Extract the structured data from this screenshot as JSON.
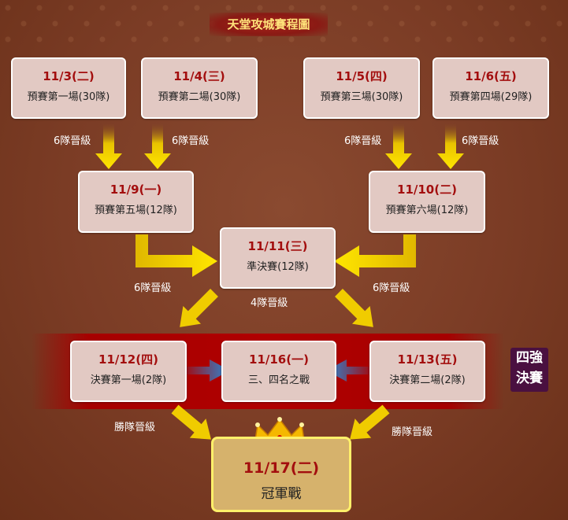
{
  "title": "天堂攻城賽程圖",
  "matches": {
    "m1": {
      "date": "11/3(二)",
      "name": "預賽第一場(30隊)"
    },
    "m2": {
      "date": "11/4(三)",
      "name": "預賽第二場(30隊)"
    },
    "m3": {
      "date": "11/5(四)",
      "name": "預賽第三場(30隊)"
    },
    "m4": {
      "date": "11/6(五)",
      "name": "預賽第四場(29隊)"
    },
    "m5": {
      "date": "11/9(一)",
      "name": "預賽第五場(12隊)"
    },
    "m6": {
      "date": "11/10(二)",
      "name": "預賽第六場(12隊)"
    },
    "semi": {
      "date": "11/11(三)",
      "name": "準決賽(12隊)"
    },
    "f1": {
      "date": "11/12(四)",
      "name": "決賽第一場(2隊)"
    },
    "third": {
      "date": "11/16(一)",
      "name": "三、四名之戰"
    },
    "f2": {
      "date": "11/13(五)",
      "name": "決賽第二場(2隊)"
    },
    "final": {
      "date": "11/17(二)",
      "name": "冠軍戰"
    }
  },
  "labels": {
    "adv6": "6隊晉級",
    "adv4": "4隊晉級",
    "winner": "勝隊晉級"
  },
  "side_label": {
    "line1": "四強",
    "line2": "決賽"
  },
  "colors": {
    "arrow_yellow": "#f6d400",
    "arrow_blue": "#2a8ad8",
    "date_red": "#a30e0e"
  }
}
